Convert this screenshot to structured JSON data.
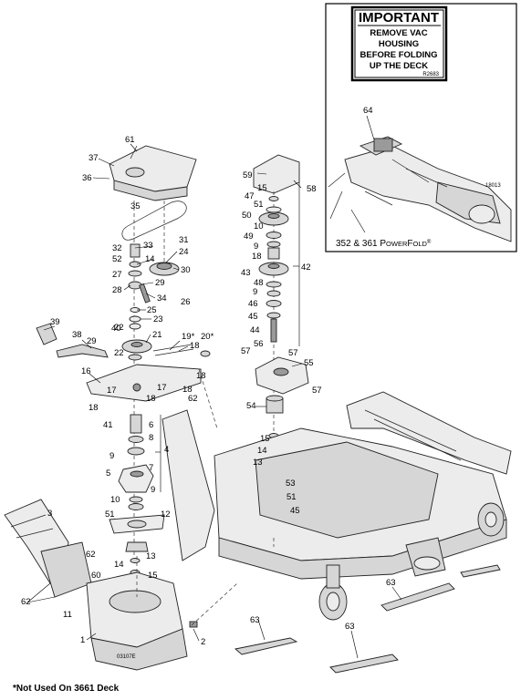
{
  "inset": {
    "sign_title": "IMPORTANT",
    "sign_lines": [
      "REMOVE VAC",
      "HOUSING",
      "BEFORE FOLDING",
      "UP THE DECK"
    ],
    "sign_code": "R2683",
    "callout_64": "64",
    "ref_code": "18013",
    "caption_prefix": "352 & 361 P",
    "caption_small": "OWER",
    "caption_mid": "F",
    "caption_small2": "OLD",
    "caption_reg": "®"
  },
  "callouts": {
    "c1": "1",
    "c2": "2",
    "c3": "3",
    "c4": "4",
    "c5": "5",
    "c6": "6",
    "c7": "7",
    "c8": "8",
    "c9a": "9",
    "c9b": "9",
    "c9c": "9",
    "c9d": "9",
    "c10a": "10",
    "c10b": "10",
    "c11": "11",
    "c12": "12",
    "c13a": "13",
    "c13b": "13",
    "c14a": "14",
    "c14b": "14",
    "c14c": "14",
    "c15a": "15",
    "c15b": "15",
    "c15c": "15",
    "c16": "16",
    "c17a": "17",
    "c17b": "17",
    "c18a": "18",
    "c18b": "18",
    "c18c": "18",
    "c18d": "18",
    "c18e": "18",
    "c19": "19*",
    "c20": "20*",
    "c21": "21",
    "c22a": "22",
    "c22b": "22",
    "c23": "23",
    "c24": "24",
    "c25": "25",
    "c26": "26",
    "c27": "27",
    "c28": "28",
    "c29a": "29",
    "c29b": "29",
    "c30": "30",
    "c31": "31",
    "c32": "32",
    "c33": "33",
    "c34": "34",
    "c35": "35",
    "c36": "36",
    "c37": "37",
    "c38": "38",
    "c39": "39",
    "c40": "40",
    "c41": "41",
    "c42": "42",
    "c43": "43",
    "c44": "44",
    "c45a": "45",
    "c45b": "45",
    "c46": "46",
    "c47": "47",
    "c48": "48",
    "c49": "49",
    "c50": "50",
    "c51a": "51",
    "c51b": "51",
    "c51c": "51",
    "c52": "52",
    "c53": "53",
    "c54": "54",
    "c55": "55",
    "c56": "56",
    "c57a": "57",
    "c57b": "57",
    "c57c": "57",
    "c58": "58",
    "c59": "59",
    "c60": "60",
    "c61": "61",
    "c62a": "62",
    "c62b": "62",
    "c62c": "62",
    "c63a": "63",
    "c63b": "63",
    "c63c": "63"
  },
  "drawing_code": "03107E",
  "footnote": "*Not Used On 3661 Deck"
}
